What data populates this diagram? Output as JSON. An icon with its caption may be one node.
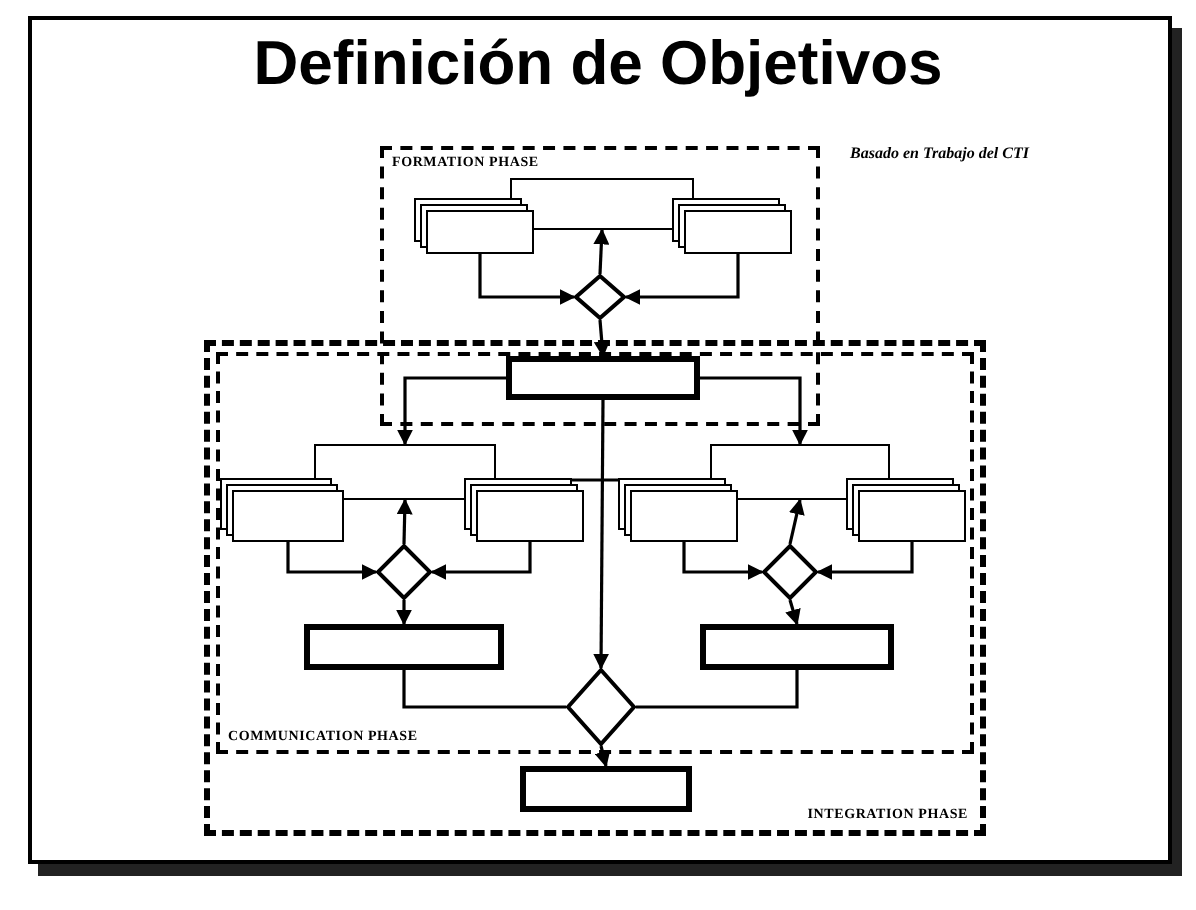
{
  "diagram": {
    "title": "Definición de Objetivos",
    "nodes": [
      {
        "text": [
          "FORMATION PHASE"
        ]
      },
      {
        "text": [
          "INTEGRATION PHASE"
        ]
      },
      {
        "text": [
          "COMMUNICATION PHASE"
        ],
        "in": 1
      },
      {
        "text": [],
        "shape": "box",
        "in": 0
      },
      {
        "text": [],
        "shape": "box",
        "in": 0
      },
      {
        "text": [],
        "shape": "box",
        "in": 0
      },
      {
        "text": [],
        "shape": "diamond",
        "in": 0
      },
      {
        "text": [],
        "shape": "box"
      },
      {
        "text": [],
        "shape": "box",
        "in": 2
      },
      {
        "text": [],
        "shape": "box",
        "in": 2
      },
      {
        "text": [],
        "shape": "box",
        "in": 2
      },
      {
        "text": [],
        "shape": "diamond",
        "in": 2
      },
      {
        "text": [],
        "shape": "box",
        "in": 2
      },
      {
        "text": [],
        "shape": "box",
        "in": 2
      },
      {
        "text": [],
        "shape": "box",
        "in": 2
      },
      {
        "text": [],
        "shape": "box",
        "in": 2
      },
      {
        "text": [],
        "shape": "diamond",
        "in": 2
      },
      {
        "text": [],
        "shape": "box",
        "in": 2
      },
      {
        "text": [],
        "shape": "diamond",
        "in": 2
      },
      {
        "text": [],
        "shape": "box",
        "in": 1
      }
    ],
    "edges": [
      {
        "from": 4,
        "to": 6,
        "arrow": "to"
      },
      {
        "from": 5,
        "to": 6,
        "arrow": "to"
      },
      {
        "from": 6,
        "to": 3,
        "arrow": "to"
      },
      {
        "from": 6,
        "to": 7,
        "arrow": "to"
      },
      {
        "from": 7,
        "to": 8,
        "arrow": "to"
      },
      {
        "from": 7,
        "to": 13,
        "arrow": "to"
      },
      {
        "from": 11,
        "to": 8,
        "arrow": "to"
      },
      {
        "from": 9,
        "to": 11,
        "arrow": "to"
      },
      {
        "from": 10,
        "to": 11,
        "arrow": "to"
      },
      {
        "from": 11,
        "to": 12,
        "arrow": "to"
      },
      {
        "from": 16,
        "to": 13,
        "arrow": "to"
      },
      {
        "from": 14,
        "to": 16,
        "arrow": "to"
      },
      {
        "from": 15,
        "to": 16,
        "arrow": "to"
      },
      {
        "from": 16,
        "to": 17,
        "arrow": "to"
      },
      {
        "from": 7,
        "to": 18,
        "arrow": "to"
      },
      {
        "from": 12,
        "to": 18,
        "arrow": "none"
      },
      {
        "from": 17,
        "to": 18,
        "arrow": "none"
      },
      {
        "from": 18,
        "to": 19,
        "arrow": "to"
      },
      {
        "from": 8,
        "to": 13,
        "arrow": "none"
      }
    ],
    "labels": [
      "Basado en Trabajo del CTI"
    ]
  }
}
